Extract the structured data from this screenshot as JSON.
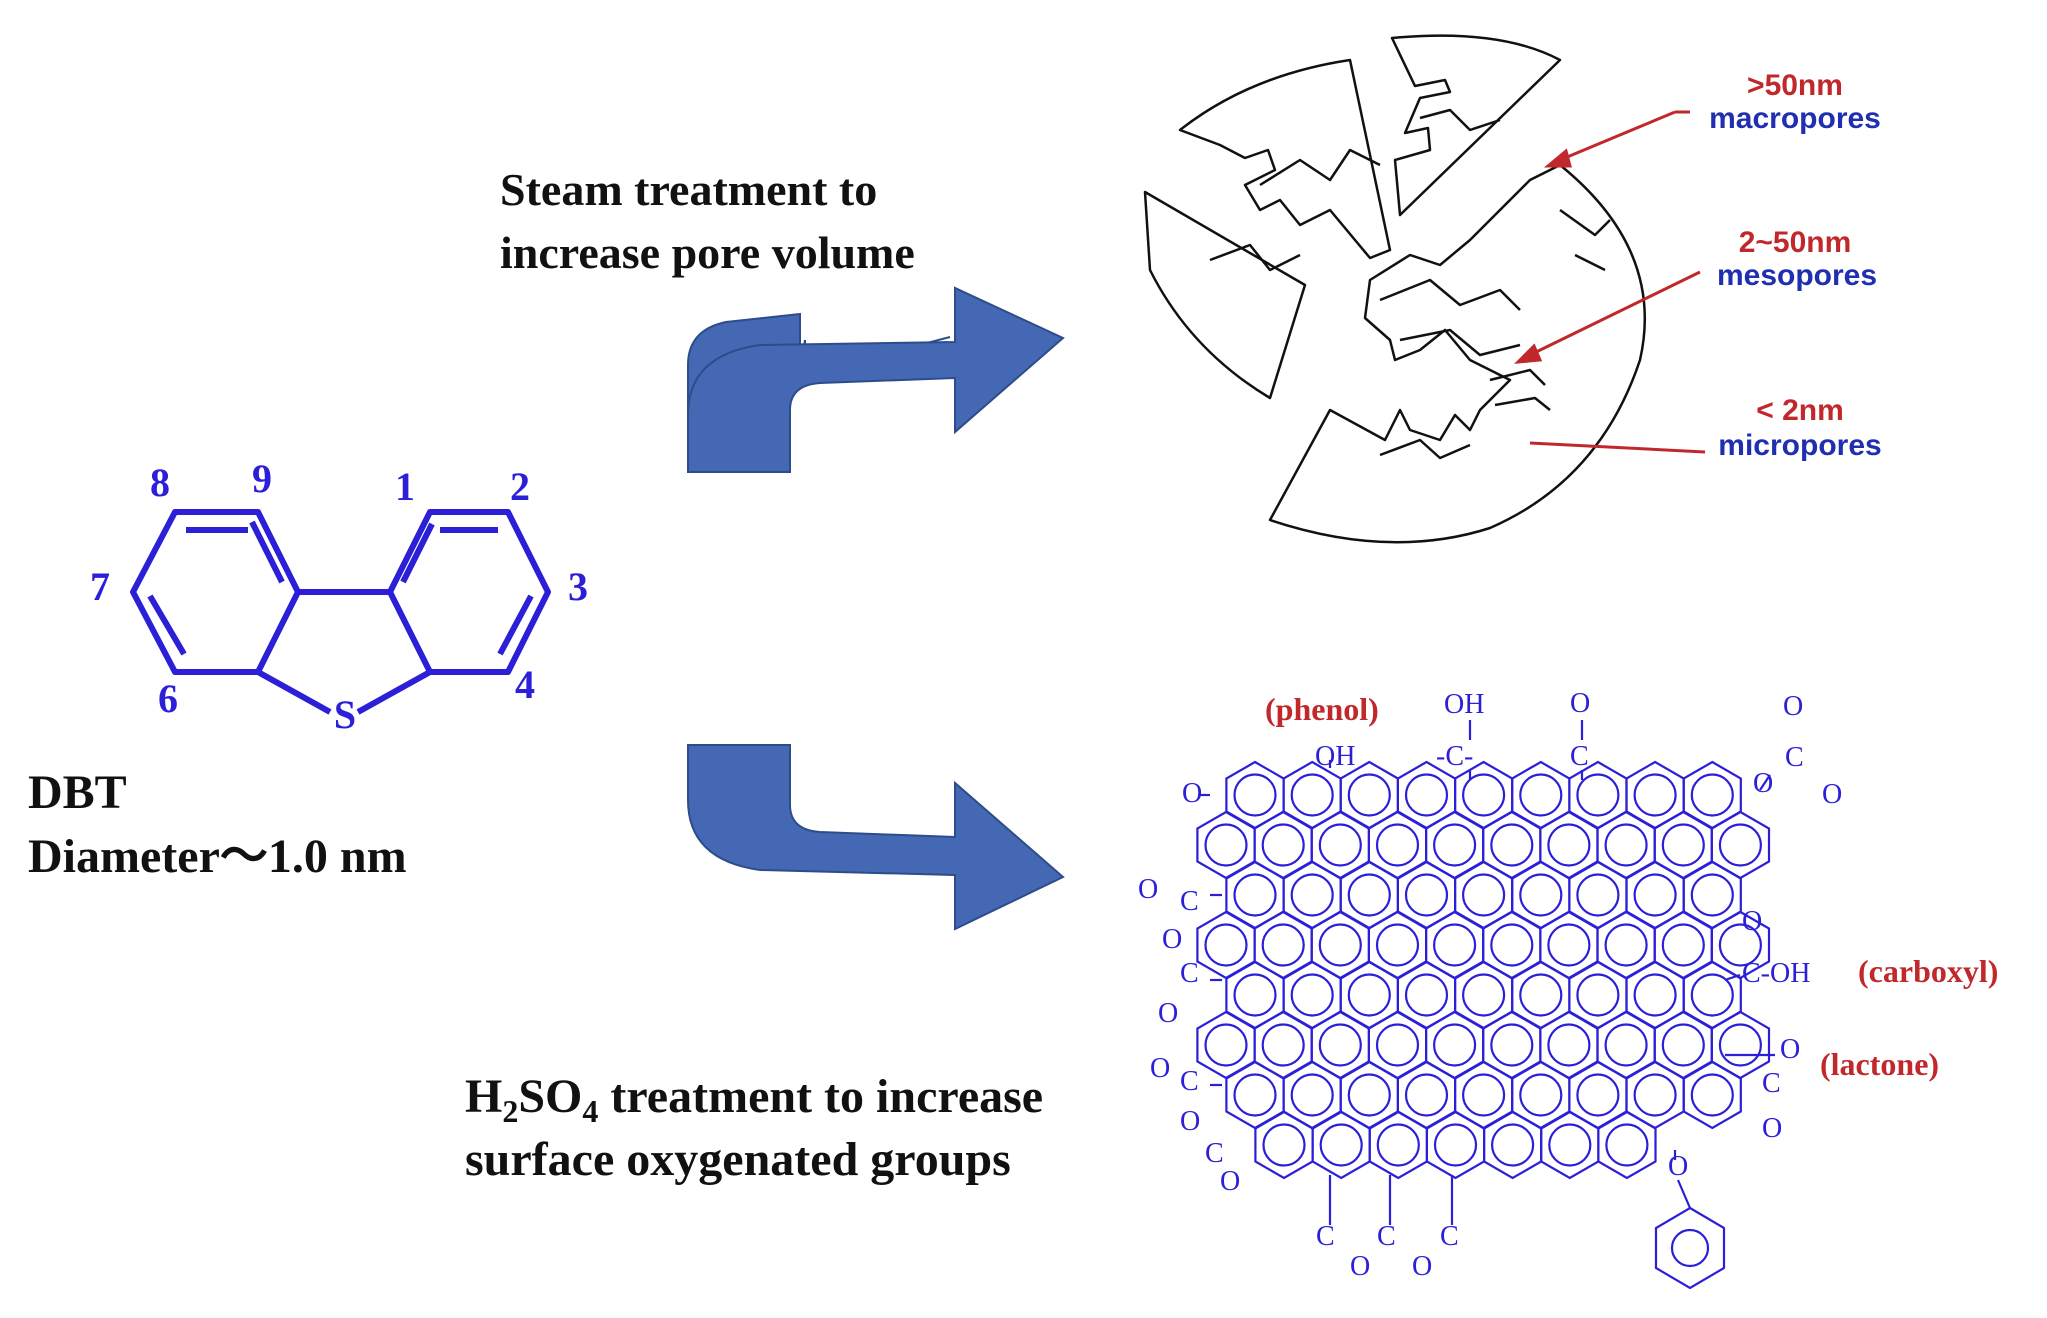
{
  "colors": {
    "molecule": "#2b1fd8",
    "arrow": "#4468b4",
    "red_label": "#c0282c",
    "blue_label": "#1f2fb0",
    "pointer": "#c0282c",
    "text": "#111111"
  },
  "dbt": {
    "atom_numbers": [
      "1",
      "2",
      "3",
      "4",
      "6",
      "7",
      "8",
      "9"
    ],
    "sulfur": "S",
    "name": "DBT",
    "diameter": "Diameter～1.0 nm"
  },
  "steam": {
    "line1": "Steam treatment to",
    "line2": "increase pore volume"
  },
  "acid": {
    "line1_a": "H",
    "line1_sub1": "2",
    "line1_b": "SO",
    "line1_sub2": "4",
    "line1_c": " treatment to increase",
    "line2": "surface oxygenated groups"
  },
  "pores": {
    "macro": {
      "size": ">50nm",
      "name": "macropores"
    },
    "meso": {
      "size": "2~50nm",
      "name": "mesopores"
    },
    "micro": {
      "size": "< 2nm",
      "name": "micropores"
    }
  },
  "groups": {
    "phenol": "(phenol)",
    "carboxyl": "(carboxyl)",
    "lactone": "(lactone)"
  },
  "atoms": {
    "OH": "OH",
    "O": "O",
    "C": "C",
    "C_bond": "-C-",
    "C_OH": "C-OH"
  }
}
